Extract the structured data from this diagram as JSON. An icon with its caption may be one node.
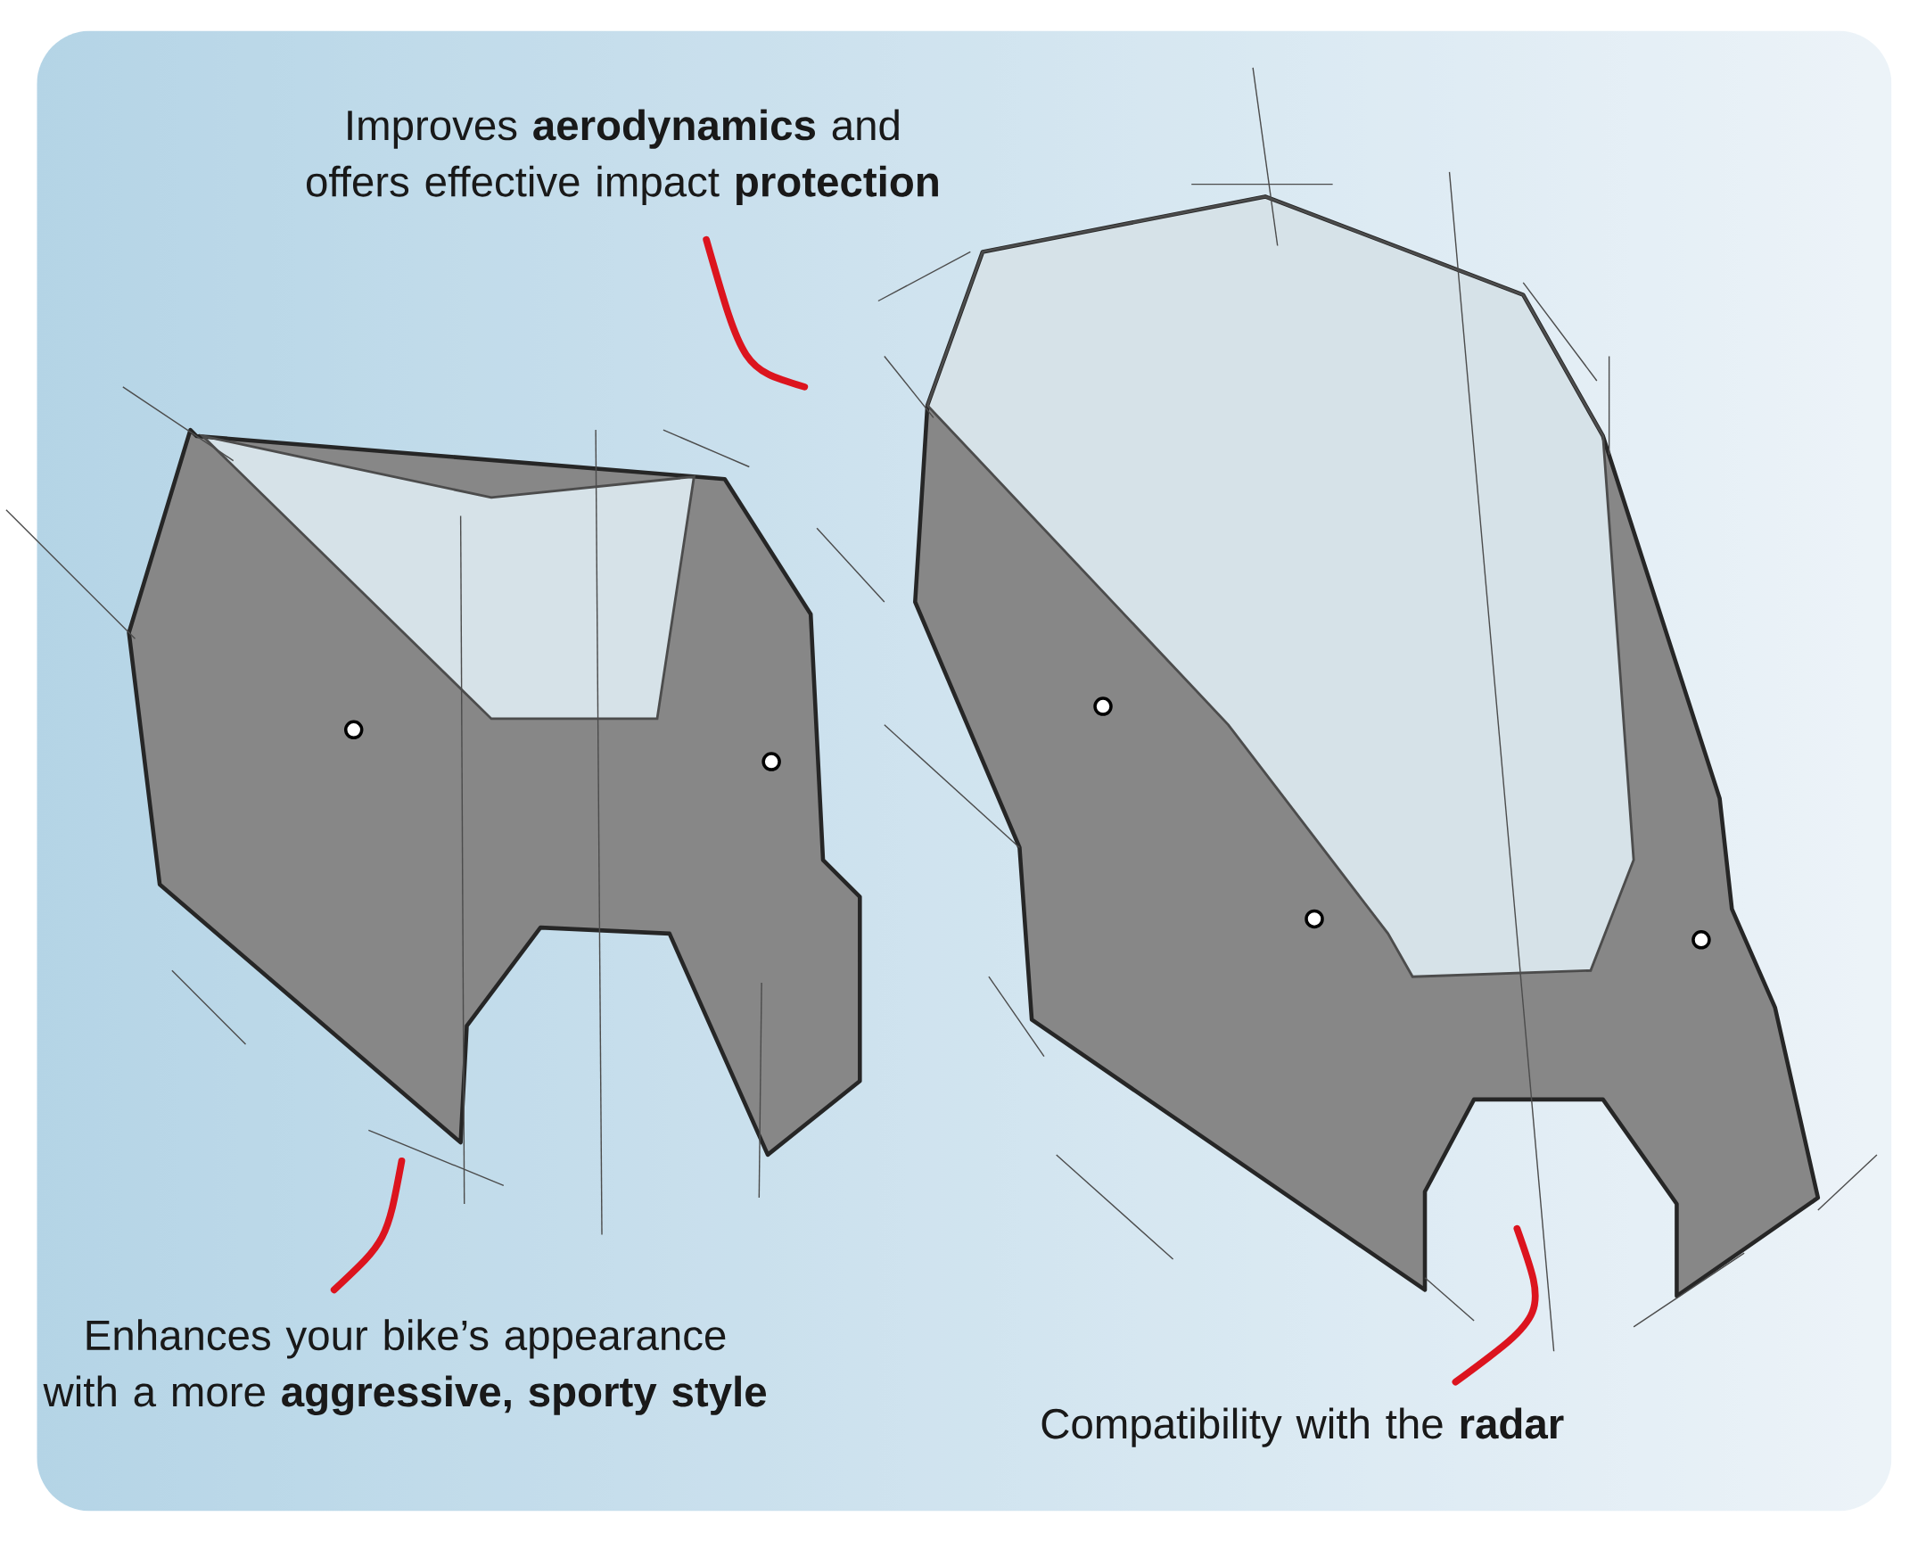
{
  "diagram": {
    "labels": [
      "Improves **aerodynamics** and offers effective impact **protection**",
      "Enhances your bike’s appearance with a more **aggressive, sporty style**",
      "Compatibility with the **radar**"
    ]
  }
}
